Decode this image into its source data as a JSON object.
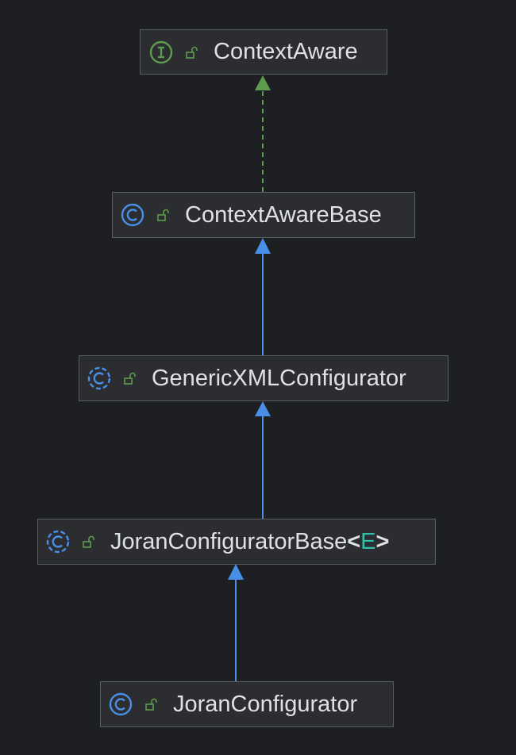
{
  "nodes": [
    {
      "id": "context-aware",
      "kind": "interface",
      "label": "ContextAware"
    },
    {
      "id": "context-aware-base",
      "kind": "class",
      "label": "ContextAwareBase"
    },
    {
      "id": "generic-xml-configurator",
      "kind": "abstract-class",
      "label": "GenericXMLConfigurator"
    },
    {
      "id": "joran-configurator-base",
      "kind": "abstract-class",
      "label": "JoranConfiguratorBase",
      "type_open": "<",
      "type_param": "E",
      "type_close": ">"
    },
    {
      "id": "joran-configurator",
      "kind": "class",
      "label": "JoranConfigurator"
    }
  ],
  "edges": [
    {
      "from": "context-aware-base",
      "to": "context-aware",
      "type": "implements",
      "color": "#5d9b4d"
    },
    {
      "from": "generic-xml-configurator",
      "to": "context-aware-base",
      "type": "extends",
      "color": "#4a8fe7"
    },
    {
      "from": "joran-configurator-base",
      "to": "generic-xml-configurator",
      "type": "extends",
      "color": "#4a8fe7"
    },
    {
      "from": "joran-configurator",
      "to": "joran-configurator-base",
      "type": "extends",
      "color": "#4a8fe7"
    }
  ],
  "colors": {
    "interface_icon": "#5d9b4d",
    "class_icon": "#4a8fe7",
    "lock_icon": "#5d9b4d",
    "type_param": "#2fbfa7"
  }
}
